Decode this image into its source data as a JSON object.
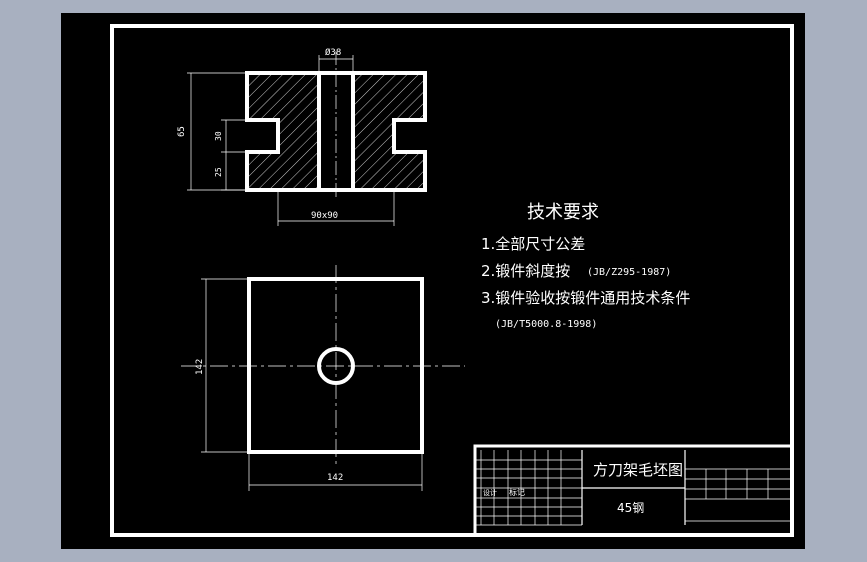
{
  "drawing": {
    "colors": {
      "background": "#000000",
      "line": "#ffffff",
      "outer_bg": "#a8b0c0"
    },
    "top_view": {
      "dim_bore": "Ø38",
      "dim_height": "65",
      "dim_slot": "30",
      "dim_bottom": "25",
      "dim_base": "90x90"
    },
    "plan_view": {
      "dim_width": "142",
      "dim_height": "142"
    },
    "tech_requirements": {
      "title": "技术要求",
      "item1": "1.全部尺寸公差",
      "item2": "2.锻件斜度按",
      "item2_ref": "(JB/Z295-1987)",
      "item3": "3.锻件验收按锻件通用技术条件",
      "item3_ref": "(JB/T5000.8-1998)"
    },
    "title_block": {
      "part_name": "方刀架毛坯图",
      "material": "45钢",
      "small_label_1": "标记",
      "small_label_2": "设计"
    }
  }
}
